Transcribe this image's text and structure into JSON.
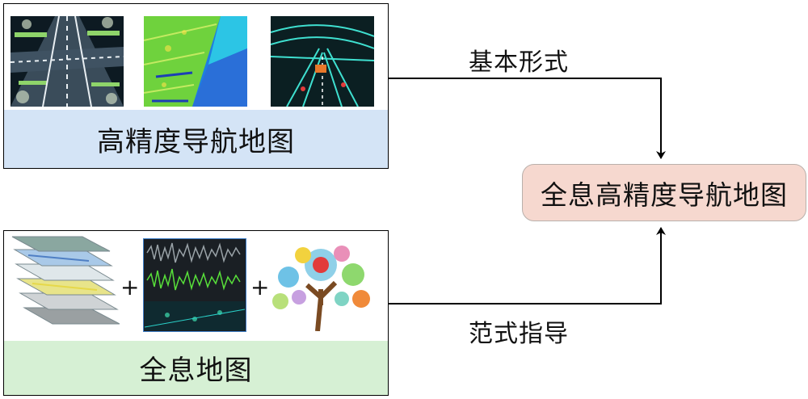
{
  "top_panel": {
    "caption": "高精度导航地图",
    "images": [
      {
        "icon": "hd-road-point-cloud"
      },
      {
        "icon": "lidar-scan-map"
      },
      {
        "icon": "highway-interchange-lane-map"
      }
    ]
  },
  "bottom_panel": {
    "caption": "全息地图",
    "images": [
      {
        "icon": "layered-map-stack"
      },
      {
        "icon": "audio-waveform-scene"
      },
      {
        "icon": "social-media-tree"
      }
    ],
    "plus_symbols": [
      "+",
      "+"
    ]
  },
  "target": {
    "label": "全息高精度导航地图"
  },
  "edges": {
    "top_label": "基本形式",
    "bottom_label": "范式指导"
  },
  "colors": {
    "top_caption_bg": "#d4e4f6",
    "bottom_caption_bg": "#d6f0d4",
    "target_bg": "#f6d8cf"
  }
}
